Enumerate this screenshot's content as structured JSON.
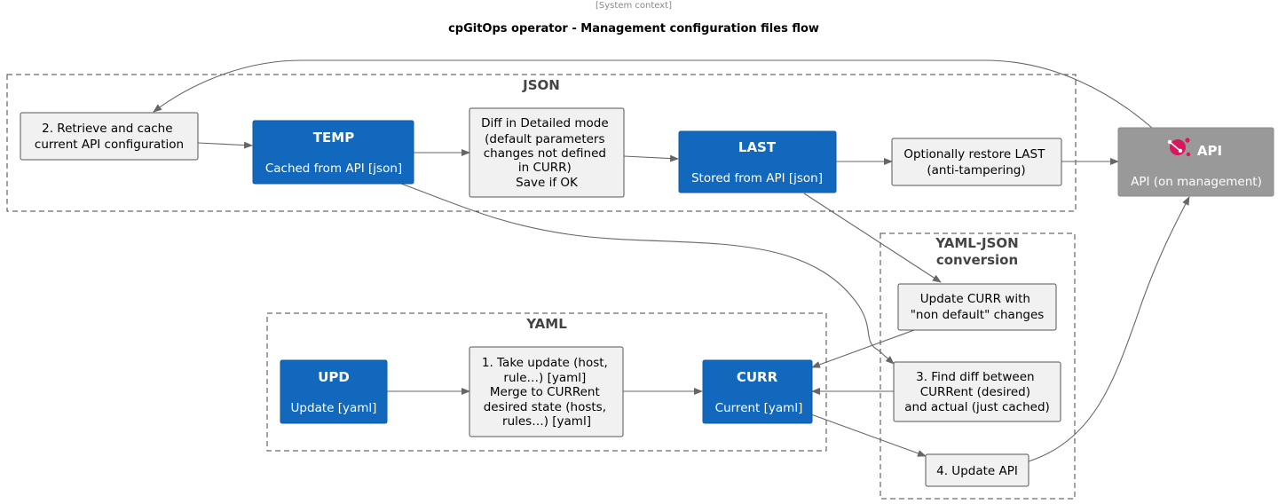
{
  "header": {
    "caption": "[System context]",
    "title": "cpGitOps operator - Management configuration files flow"
  },
  "boundaries": {
    "json": "JSON",
    "yaml_json_line1": "YAML-JSON",
    "yaml_json_line2": "conversion",
    "yaml": "YAML"
  },
  "nodes": {
    "retrieve": [
      "2. Retrieve and cache",
      "current API configuration"
    ],
    "temp": {
      "title": "TEMP",
      "subtitle": "Cached from API [json]"
    },
    "diff": [
      "Diff in Detailed mode",
      "(default parameters",
      "changes not defined",
      "in CURR)",
      "Save if OK"
    ],
    "last": {
      "title": "LAST",
      "subtitle": "Stored from API [json]"
    },
    "restore": [
      "Optionally restore LAST",
      "(anti-tampering)"
    ],
    "api": {
      "title": "API",
      "subtitle": "API (on management)"
    },
    "update_curr": [
      "Update CURR with",
      "\"non default\" changes"
    ],
    "upd": {
      "title": "UPD",
      "subtitle": "Update [yaml]"
    },
    "take_update": [
      "1. Take update (host,",
      "rule…) [yaml]",
      "Merge to CURRent",
      "desired state (hosts,",
      "rules…) [yaml]"
    ],
    "curr": {
      "title": "CURR",
      "subtitle": "Current [yaml]"
    },
    "find_diff": [
      "3. Find diff between",
      "CURRent (desired)",
      "and actual (just cached)"
    ],
    "update_api": [
      "4. Update API"
    ]
  },
  "colors": {
    "container_blue": "#1168bd",
    "external_gray": "#999999",
    "step_fill": "#f1f1f1",
    "api_icon": "#d9175f"
  },
  "icons": {
    "api": "api-network-icon"
  }
}
